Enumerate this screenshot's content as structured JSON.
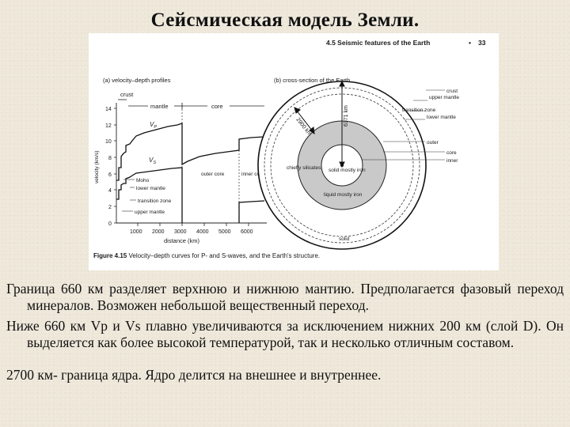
{
  "slide": {
    "title": "Сейсмическая модель Земли.",
    "paragraphs": [
      "Граница 660 км разделяет верхнюю и нижнюю мантию. Предполагается фазовый переход минералов. Возможен небольшой вещественный переход.",
      "Ниже 660 км Vp и Vs плавно увеличиваются за исключением нижних 200 км (слой D). Он выделяется как более высокой температурой, так и несколько отличным составом.",
      "2700 км- граница ядра. Ядро делится на внешнее и внутреннее."
    ]
  },
  "figure": {
    "header_title": "4.5  Seismic features of the Earth",
    "header_bullet": "•",
    "header_page": "33",
    "caption_bold": "Figure 4.15",
    "caption_text": " Velocity–depth curves for P- and S-waves, and the Earth's structure.",
    "panel_a": {
      "label": "(a)  velocity–depth profiles",
      "ylabel": "velocity (km/s)",
      "xlabel": "distance (km)",
      "y_ticks": [
        "14",
        "12",
        "10",
        "8",
        "6",
        "4",
        "2",
        "0"
      ],
      "x_ticks": [
        "1000",
        "2000",
        "3000",
        "4000",
        "5000",
        "6000"
      ],
      "top_labels": [
        "crust",
        "mantle",
        "core"
      ],
      "vp_label": "V",
      "vp_sub": "P",
      "vs_label": "V",
      "vs_sub": "S",
      "region_labels": [
        "outer core",
        "inner core"
      ],
      "layer_labels": [
        "Moho",
        "lower mantle",
        "transition zone",
        "upper mantle"
      ]
    },
    "panel_b": {
      "label": "(b)  cross-section of the Earth",
      "distance_labels": [
        "2900 km",
        "6371 km"
      ],
      "right_labels": [
        "crust",
        "upper mantle",
        "transition zone",
        "lower mantle",
        "outer",
        "core",
        "inner"
      ],
      "inner_labels": [
        "chiefly silicates",
        "solid mostly iron",
        "liquid mostly iron",
        "solid"
      ]
    }
  }
}
